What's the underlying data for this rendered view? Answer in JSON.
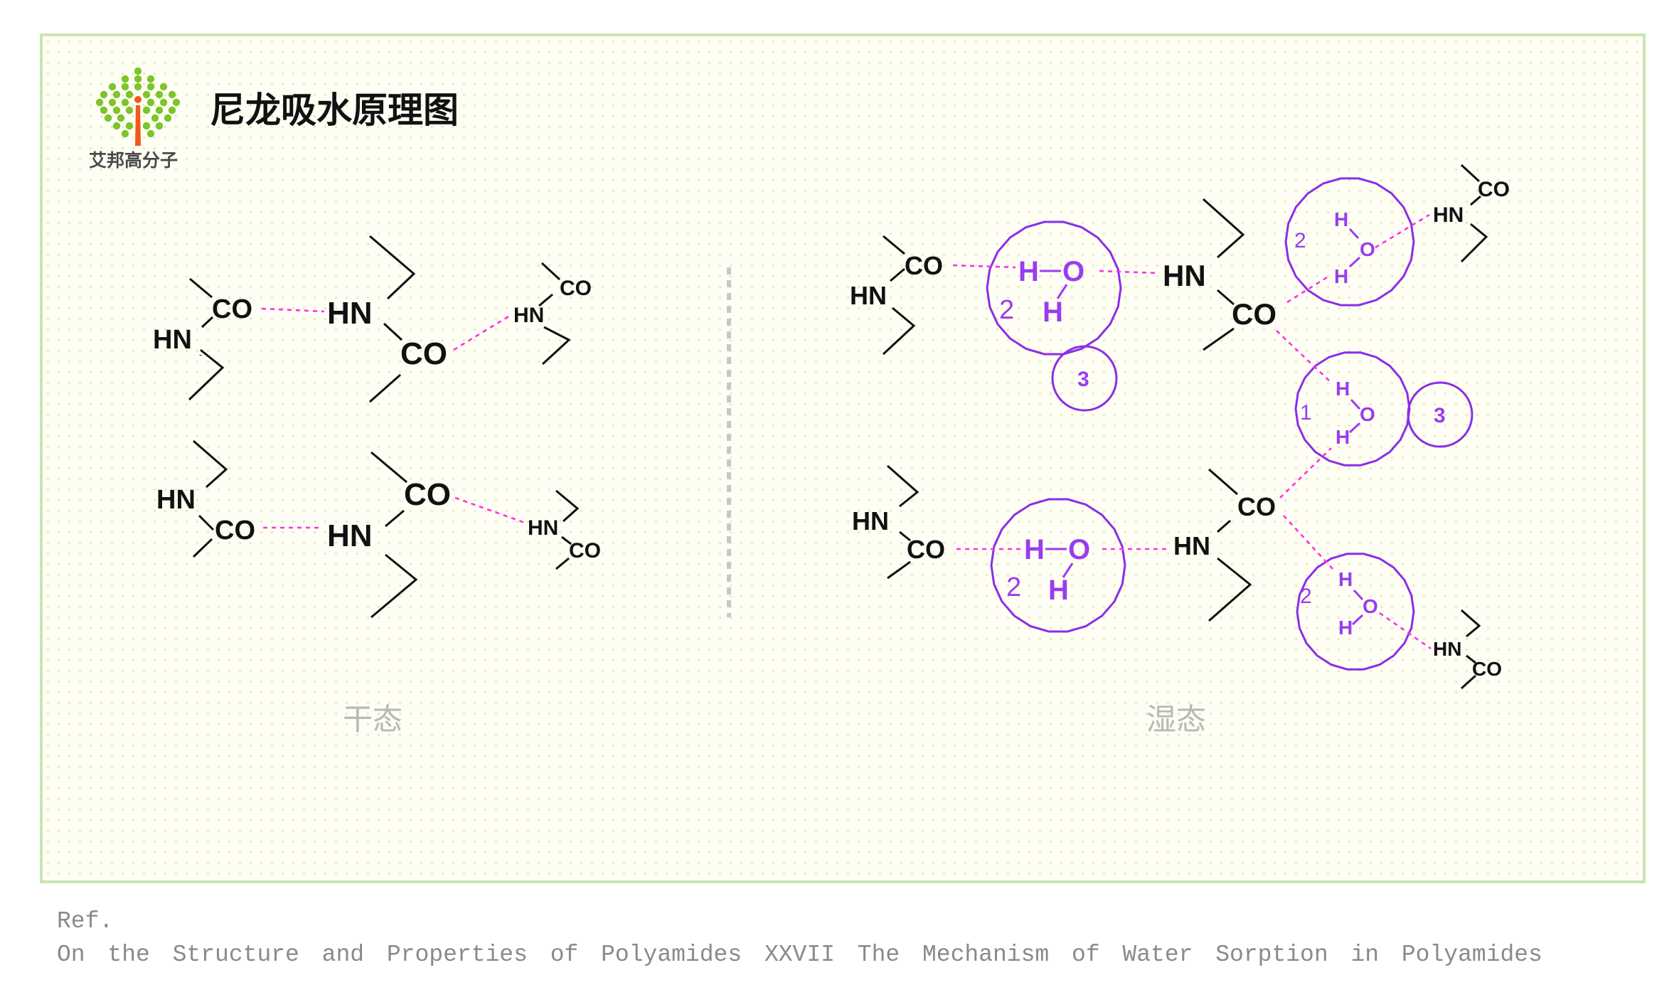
{
  "brand": {
    "name": "艾邦高分子",
    "logo_icon": "dotted-tree-logo-icon",
    "colors": {
      "leaf": "#7cc52a",
      "trunk": "#f05a1a"
    }
  },
  "title": "尼龙吸水原理图",
  "groups": {
    "CO": "CO",
    "HN": "HN"
  },
  "water": {
    "H": "H",
    "O": "O"
  },
  "numbers": {
    "one": "1",
    "two": "2",
    "three": "3"
  },
  "states": {
    "dry": "干态",
    "wet": "湿态"
  },
  "reference": {
    "label": "Ref.",
    "text": "On the Structure and Properties of Polyamides XXVII The Mechanism of Water Sorption in Polyamides"
  },
  "colors": {
    "hydrogen_bond": "#ff2fe6",
    "water": "#9a3cf0",
    "border": "#c9e4b3"
  }
}
